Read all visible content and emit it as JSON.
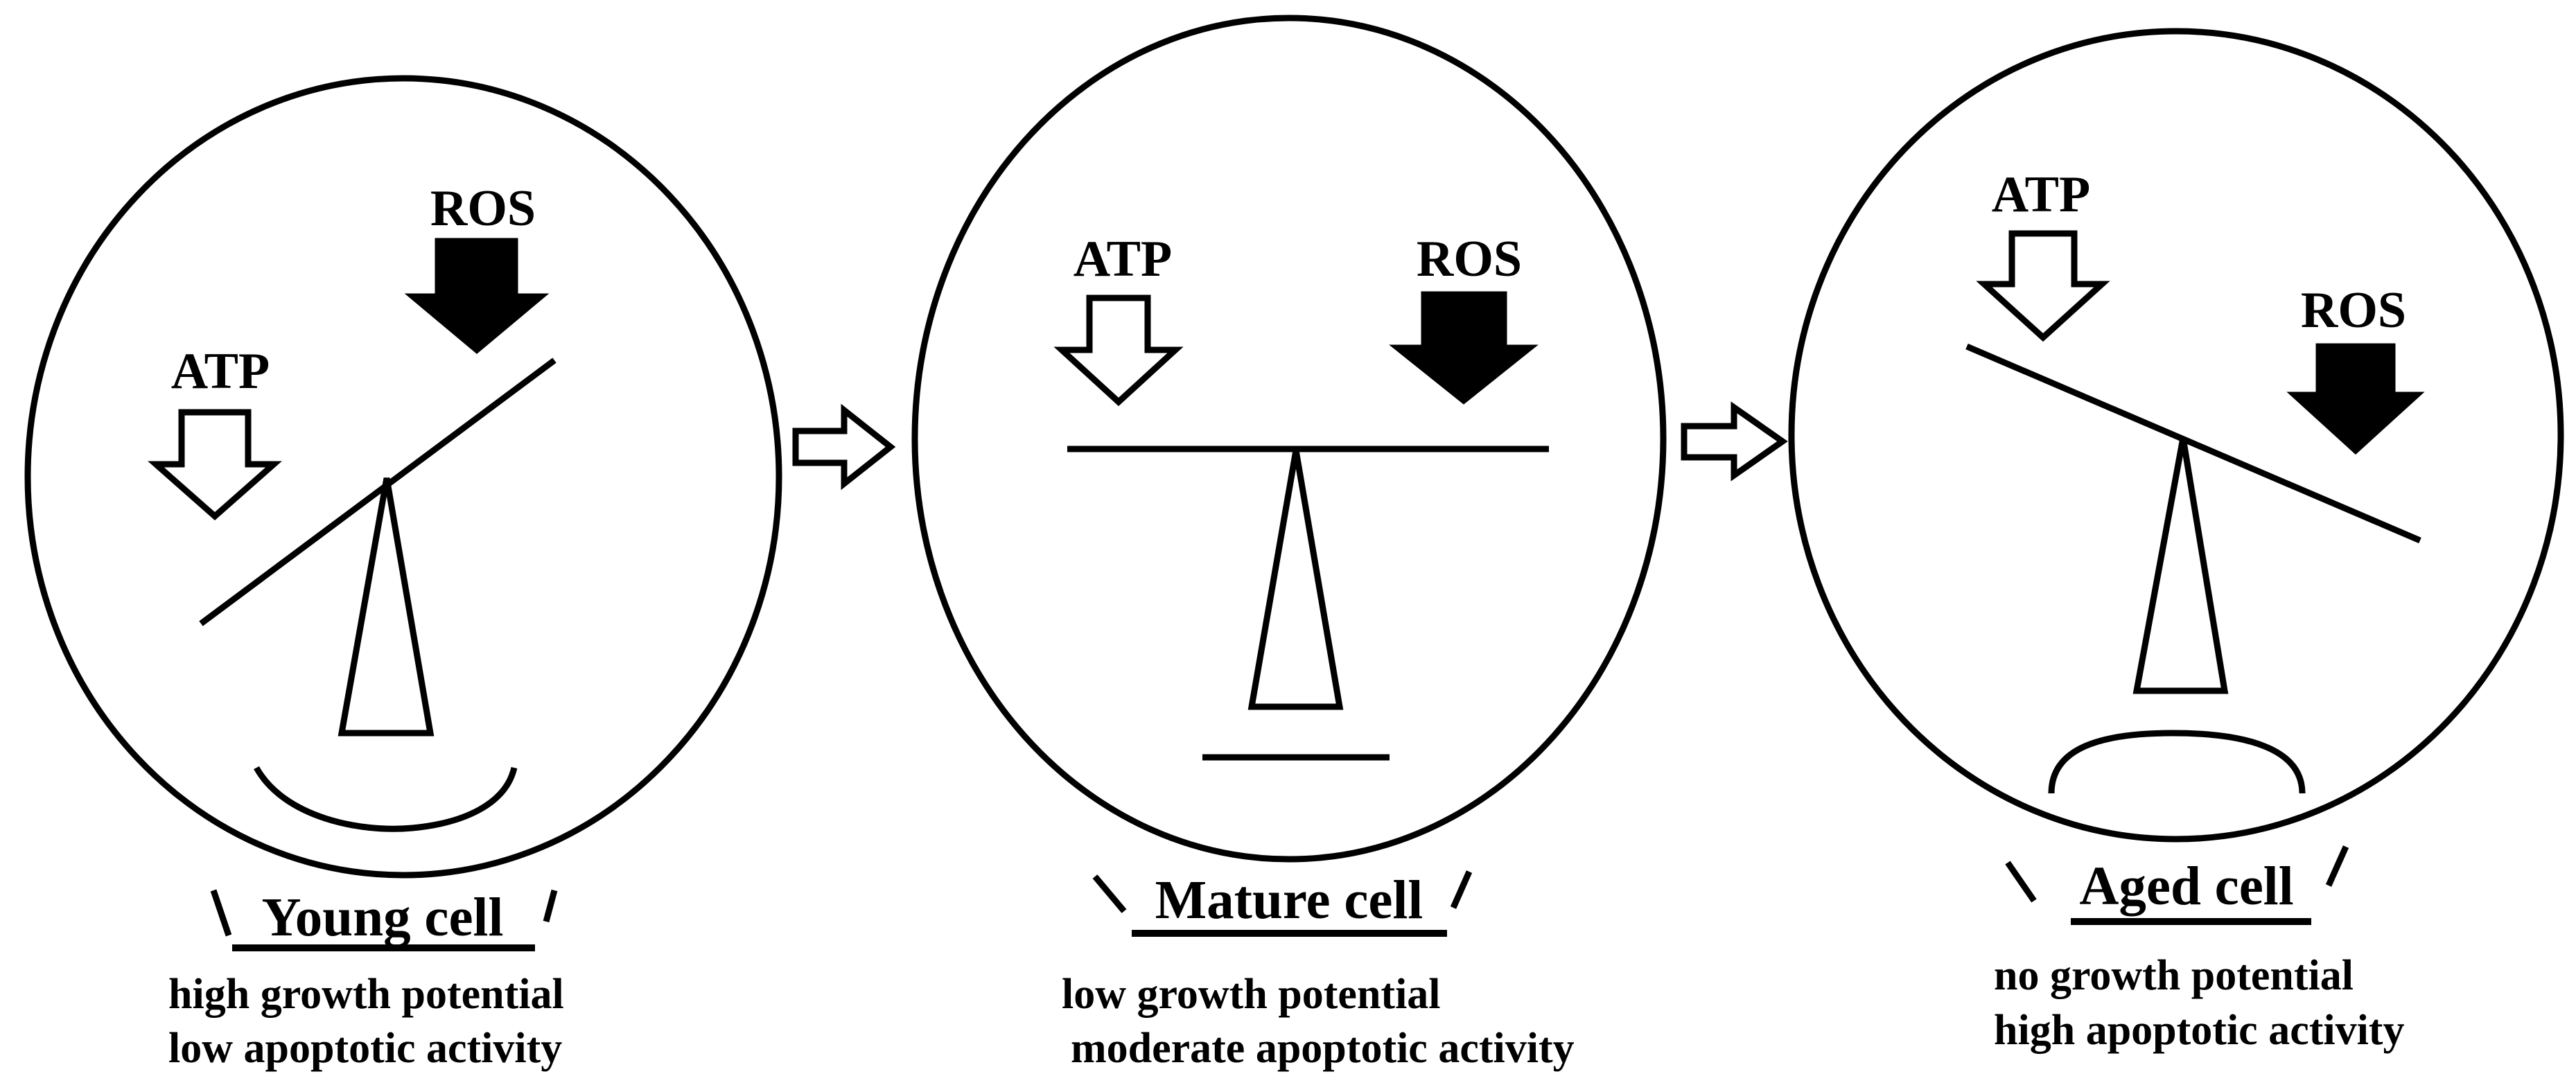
{
  "signals": {
    "atp": "ATP",
    "ros": "ROS"
  },
  "stages": [
    {
      "title": "Young cell",
      "line1": "high growth potential",
      "line2": "low apoptotic activity"
    },
    {
      "title": "Mature cell",
      "line1": "low growth potential",
      "line2": "moderate apoptotic activity"
    },
    {
      "title": "Aged cell",
      "line1": "no growth potential",
      "line2": "high apoptotic activity"
    }
  ],
  "colors": {
    "stroke": "#000000",
    "background": "#ffffff"
  },
  "icons": {
    "atp_arrow": "hollow-down-arrow",
    "ros_arrow": "solid-down-arrow",
    "transition": "hollow-right-arrow",
    "fulcrum": "triangle"
  }
}
